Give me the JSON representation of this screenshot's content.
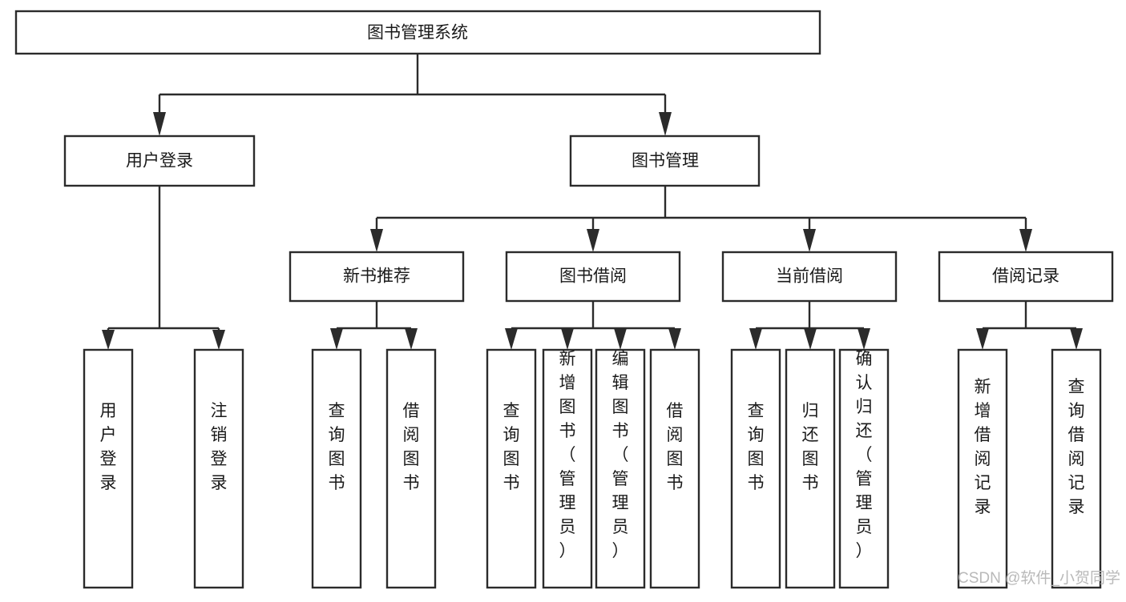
{
  "diagram": {
    "title": "图书管理系统",
    "type": "tree",
    "orientation": "top-down",
    "colors": {
      "box_fill": "#ffffff",
      "box_stroke": "#2b2b2b",
      "text": "#1a1a1a",
      "background": "#ffffff",
      "watermark": "#b9b9b9"
    },
    "root": {
      "label": "图书管理系统"
    },
    "level2": [
      {
        "label": "用户登录"
      },
      {
        "label": "图书管理"
      }
    ],
    "level3": [
      {
        "label": "新书推荐"
      },
      {
        "label": "图书借阅"
      },
      {
        "label": "当前借阅"
      },
      {
        "label": "借阅记录"
      }
    ],
    "leaves": {
      "user_login": [
        {
          "label": "用户登录"
        },
        {
          "label": "注销登录"
        }
      ],
      "new_book_recommend": [
        {
          "label": "查询图书"
        },
        {
          "label": "借阅图书"
        }
      ],
      "book_borrow": [
        {
          "label": "查询图书"
        },
        {
          "label": "新增图书（管理员）"
        },
        {
          "label": "编辑图书（管理员）"
        },
        {
          "label": "借阅图书"
        }
      ],
      "current_borrow": [
        {
          "label": "查询图书"
        },
        {
          "label": "归还图书"
        },
        {
          "label": "确认归还（管理员）"
        }
      ],
      "borrow_record": [
        {
          "label": "新增借阅记录"
        },
        {
          "label": "查询借阅记录"
        }
      ]
    }
  },
  "watermark": {
    "text": "CSDN @软件_小贺同学"
  }
}
